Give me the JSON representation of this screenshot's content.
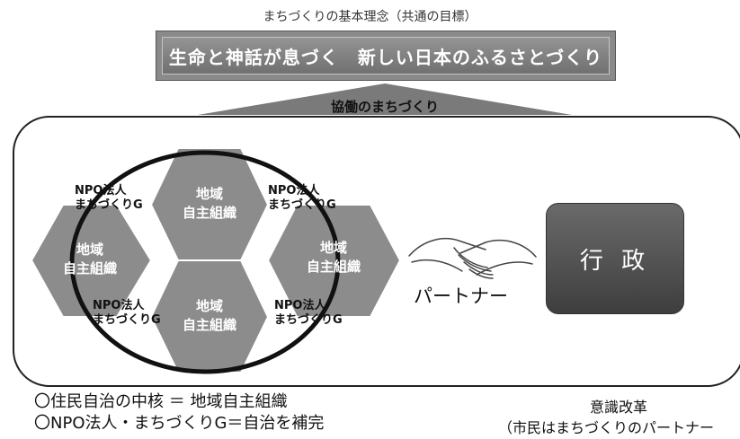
{
  "header": {
    "caption": "まちづくりの基本理念（共通の目標）",
    "banner": "生命と神話が息づく　新しい日本のふるさとづくり",
    "arrow_label": "協働のまちづくり"
  },
  "hexagons": [
    {
      "label": "地域\n自主組織"
    },
    {
      "label": "地域\n自主組織"
    },
    {
      "label": "地域\n自主組織"
    },
    {
      "label": "地域\n自主組織"
    }
  ],
  "npo_labels": [
    {
      "line1": "NPO法人",
      "line2": "まちづくりG"
    },
    {
      "line1": "NPO法人",
      "line2": "まちづくりG"
    },
    {
      "line1": "NPO法人",
      "line2": "まちづくりG"
    },
    {
      "line1": "NPO法人",
      "line2": "まちづくりG"
    }
  ],
  "partner_label": "パートナー",
  "government_label": "行 政",
  "bottom": {
    "line1": "〇住民自治の中核 ＝ 地域自主組織",
    "line2": "〇NPO法人・まちづくりG＝自治を補完",
    "awareness": "意識改革",
    "awareness_sub": "（市民はまちづくりのパートナー"
  },
  "colors": {
    "hexagon_fill": "#8c8c8c",
    "hexagon_stroke": "#ffffff",
    "banner_fill": "#7d7d7d",
    "government_fill": "#555555",
    "arrow_fill": "#7a7a7a",
    "frame_stroke": "#222222"
  },
  "icons": {
    "handshake": "handshake-icon"
  }
}
